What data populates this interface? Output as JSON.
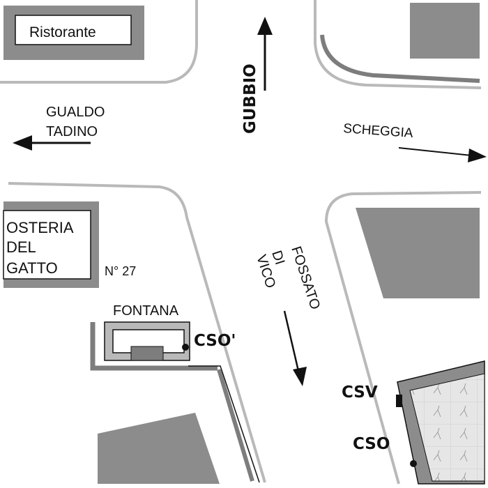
{
  "colors": {
    "block": "#8c8c8c",
    "block_dark": "#777777",
    "road_edge": "#b9b9b9",
    "road_edge_dark": "#7d7d7d",
    "text": "#111111",
    "white": "#ffffff",
    "hatch": "#dcdcdc"
  },
  "labels": {
    "ristorante": "Ristorante",
    "osteria_line1": "OSTERIA",
    "osteria_line2": "DEL",
    "osteria_line3": "GATTO",
    "number": "N° 27",
    "fontana": "FONTANA",
    "cso_prime": "CSO'",
    "csv": "CSV",
    "cso": "CSO"
  },
  "directions": {
    "gubbio": "GUBBIO",
    "gualdo_line1": "GUALDO",
    "gualdo_line2": "TADINO",
    "scheggia": "SCHEGGIA",
    "fossato_line1": "FOSSATO",
    "fossato_line2": "DI",
    "fossato_line3": "VICO"
  },
  "icons": {
    "arrow": "arrow-icon",
    "point_marker": "dot-marker-icon"
  }
}
